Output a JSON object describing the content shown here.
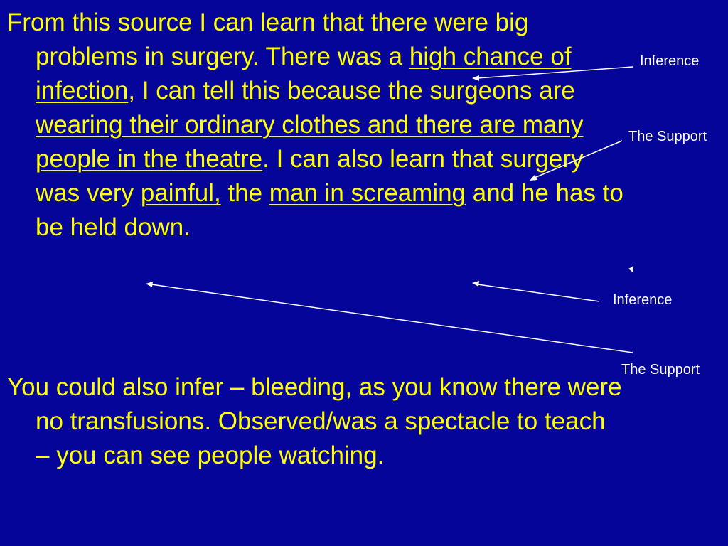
{
  "paragraph1": {
    "t1": "From this source I can learn that there were big problems in surgery. There was a ",
    "u1": "high chance of infection",
    "t2": ", I can tell this because the surgeons are ",
    "u2": "wearing their ordinary clothes and there are many people in the theatre",
    "t3": ". I can also learn that surgery was very ",
    "u3": "painful,",
    "t4": " the ",
    "u4": "man in screaming",
    "t5": " and he has to be held down."
  },
  "paragraph2": {
    "text": "You could also infer – bleeding, as you know there were no transfusions. Observed/was a spectacle to teach – you can see people watching."
  },
  "annotations": [
    "Inference",
    "The Support",
    "Inference",
    "The Support"
  ],
  "colors": {
    "background": "#05059a",
    "body_text": "#ffff00",
    "annotation_text": "#ffffff"
  }
}
